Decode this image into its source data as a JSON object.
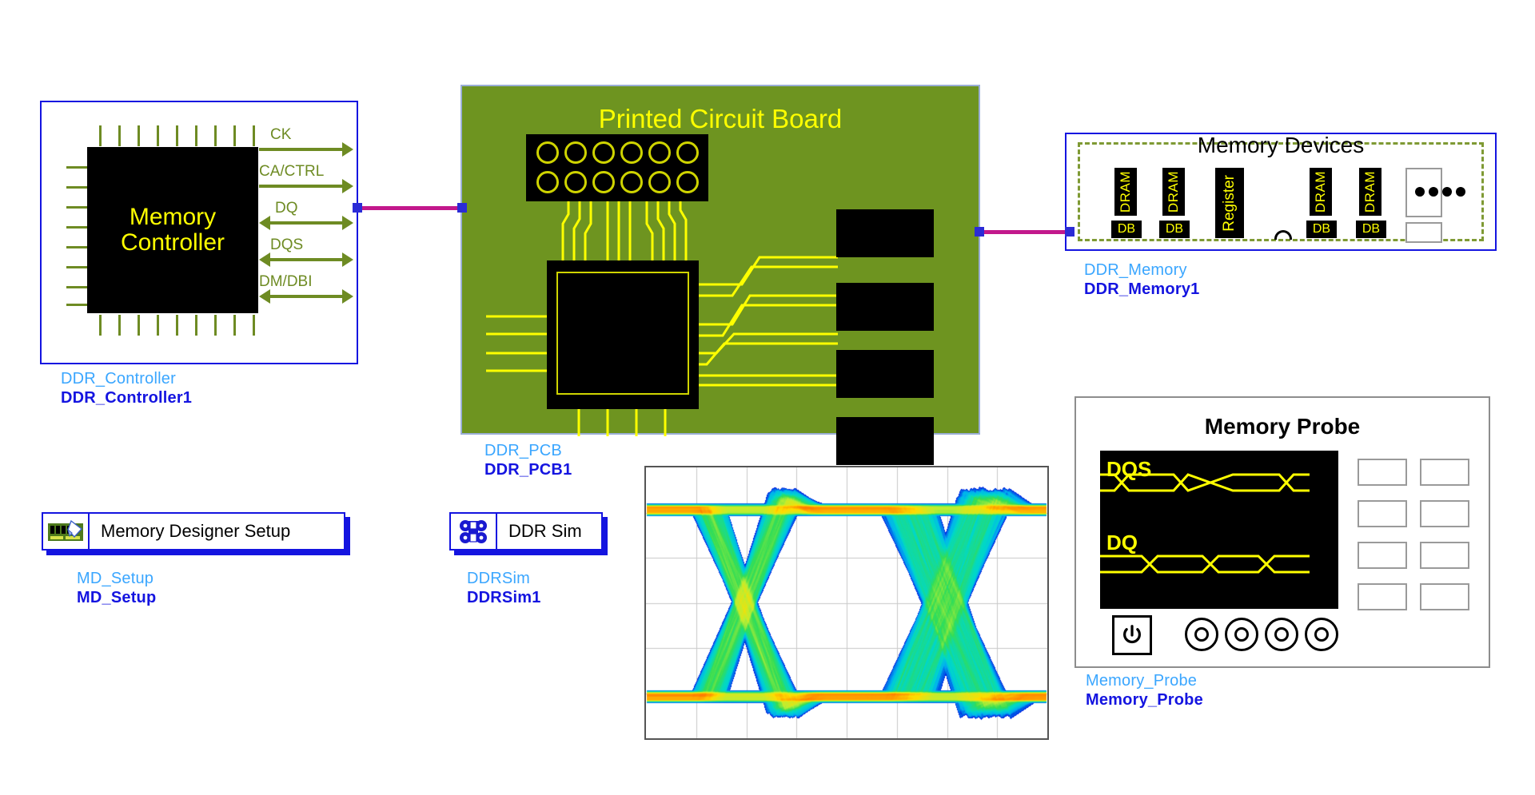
{
  "page": {
    "title": "DDR Memory Designer Schematic",
    "background": "#ffffff"
  },
  "colors": {
    "pcb_green": "#6e9420",
    "trace_yellow": "#ffff00",
    "pin_olive": "#6e8b23",
    "label_type": "#3aa6ff",
    "label_instance": "#1414e0",
    "wire_magenta": "#c2188c",
    "wire_node": "#2b2bd6",
    "dashed_border": "#7f9a34"
  },
  "controller": {
    "die_label_line1": "Memory",
    "die_label_line2": "Controller",
    "signals": [
      {
        "name": "CK",
        "direction": "out"
      },
      {
        "name": "CA/CTRL",
        "direction": "out"
      },
      {
        "name": "DQ",
        "direction": "bidir"
      },
      {
        "name": "DQS",
        "direction": "bidir"
      },
      {
        "name": "DM/DBI",
        "direction": "bidir"
      }
    ],
    "label_type": "DDR_Controller",
    "label_instance": "DDR_Controller1"
  },
  "pcb": {
    "title": "Printed Circuit Board",
    "label_type": "DDR_PCB",
    "label_instance": "DDR_PCB1",
    "connector_rows": 2,
    "connector_cols": 6,
    "pad_count": 4
  },
  "memory": {
    "title": "Memory Devices",
    "devices": [
      {
        "kind": "dram",
        "label": "DRAM",
        "sub": "DB"
      },
      {
        "kind": "dram",
        "label": "DRAM",
        "sub": "DB"
      },
      {
        "kind": "register",
        "label": "Register",
        "sub": ""
      },
      {
        "kind": "dram",
        "label": "DRAM",
        "sub": "DB"
      },
      {
        "kind": "dram",
        "label": "DRAM",
        "sub": "DB"
      },
      {
        "kind": "more",
        "label": "",
        "sub": ""
      }
    ],
    "ellipsis_dots": 4,
    "label_type": "DDR_Memory",
    "label_instance": "DDR_Memory1"
  },
  "probe": {
    "title": "Memory Probe",
    "waveforms": [
      {
        "name": "DQS",
        "style": "differential-eye"
      },
      {
        "name": "DQ",
        "style": "data-bus"
      }
    ],
    "power_icon": "power-icon",
    "knob_count": 4,
    "button_rows": 4,
    "button_cols": 2,
    "label_type": "Memory_Probe",
    "label_instance": "Memory_Probe"
  },
  "setup_button": {
    "label": "Memory Designer Setup",
    "icon": "dimm-module-icon",
    "label_type": "MD_Setup",
    "label_instance": "MD_Setup"
  },
  "sim_button": {
    "label": "DDR Sim",
    "icon": "gear-cluster-icon",
    "label_type": "DDRSim",
    "label_instance": "DDRSim1"
  },
  "chart_data": {
    "type": "scatter",
    "title": "",
    "subtitle": "DDR DQ eye diagram (persistence density)",
    "xlabel": "",
    "ylabel": "",
    "grid": true,
    "grid_cols": 8,
    "grid_rows": 6,
    "legend": "none",
    "colormap": [
      "#0000dd",
      "#00b0f0",
      "#00d8c8",
      "#33dd55",
      "#bbee33",
      "#ffdd00",
      "#ff7700"
    ],
    "eye_count": 2,
    "unit_intervals": 2,
    "xlim": [
      0,
      2
    ],
    "ylim": [
      -1,
      1
    ],
    "series": [
      {
        "name": "eye-density",
        "description": "overlaid bit transitions forming two open eyes"
      }
    ],
    "annotations": []
  },
  "connections": [
    {
      "from": "DDR_Controller1",
      "to": "DDR_PCB1",
      "style": "magenta-net"
    },
    {
      "from": "DDR_PCB1",
      "to": "DDR_Memory1",
      "style": "magenta-net"
    }
  ]
}
